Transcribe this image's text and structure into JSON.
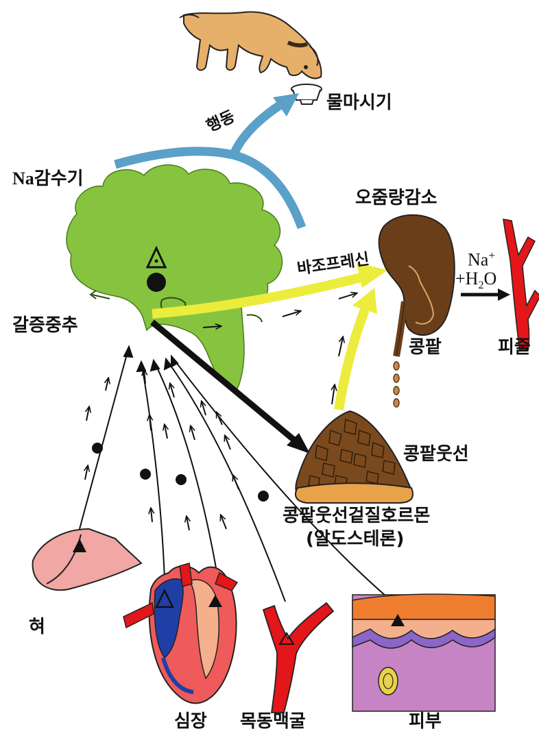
{
  "labels": {
    "drinking": "물마시기",
    "behavior": "행동",
    "na_sensor": "Na감수기",
    "urine_decrease": "오줌량감소",
    "vasopressin": "바조프레신",
    "thirst_center": "갈증중추",
    "kidney": "콩팥",
    "blood_vessel": "피줄",
    "na_symbol": "Na",
    "na_charge": "+",
    "water_plus": "+",
    "water_h": "H",
    "water_sub": "2",
    "water_o": "O",
    "adrenal": "콩팥웃선",
    "hormone": "콩팥웃선겉질호르몬",
    "aldosterone": "(알도스테론)",
    "tongue": "혀",
    "heart": "심장",
    "carotid": "목동맥굴",
    "skin": "피부"
  },
  "colors": {
    "brain": "#86c440",
    "behavior_arrow": "#5aa0c8",
    "vasopressin_arrow": "#ecec3c",
    "kidney": "#6b3e1a",
    "vessel": "#e3161a",
    "adrenal_top": "#7a4a1e",
    "adrenal_base": "#e8a24a",
    "dog": "#e7b06a",
    "tongue": "#f1a7a3",
    "heart_outer": "#ef5a5a",
    "heart_blue": "#1f3fa6",
    "skin_top": "#ef7d2f",
    "skin_mid": "#f4b08c",
    "skin_layer": "#8a66c8",
    "skin_bottom": "#c784c4"
  }
}
